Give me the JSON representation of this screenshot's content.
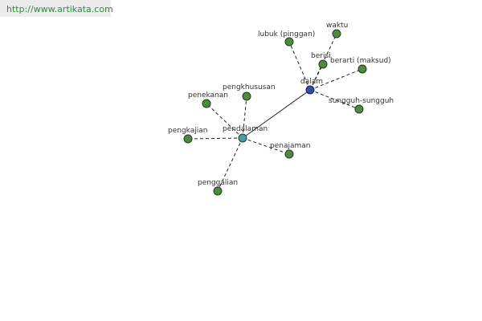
{
  "source": {
    "url": "http://www.artikata.com"
  },
  "graph": {
    "nodes": {
      "pendalaman": "pendalaman",
      "dalam": "dalam",
      "pengkhususan": "pengkhususan",
      "penekanan": "penekanan",
      "pengkajian": "pengkajian",
      "penajaman": "penajaman",
      "penggalian": "penggalian",
      "lubuk": "lubuk (pinggan)",
      "waktu": "waktu",
      "berisi": "berisi",
      "berarti": "berarti (maksud)",
      "sungguh": "sungguh-sungguh"
    }
  },
  "colors": {
    "leaf": "#4f8a3f",
    "hub_pendalaman": "#4f9aa0",
    "hub_dalam": "#2f4f9f",
    "url": "#2e8b3a"
  }
}
